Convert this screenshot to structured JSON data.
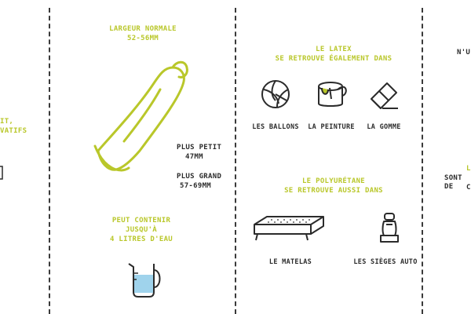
{
  "left_partial": {
    "line1": "IT,",
    "line2": "VATIFS"
  },
  "col1": {
    "width_title": "LARGEUR NORMALE",
    "width_value": "52-56MM",
    "smaller_label": "PLUS PETIT",
    "smaller_value": "47MM",
    "larger_label": "PLUS GRAND",
    "larger_value": "57-69MM",
    "capacity_line1": "PEUT CONTENIR",
    "capacity_line2": "JUSQU'À",
    "capacity_line3": "4 LITRES D'EAU"
  },
  "col2": {
    "latex_line1": "LE LATEX",
    "latex_line2": "SE RETROUVE ÉGALEMENT DANS",
    "item_balls": "LES BALLONS",
    "item_paint": "LA PEINTURE",
    "item_eraser": "LA GOMME",
    "pu_line1": "LE POLYURÉTANE",
    "pu_line2": "SE RETROUVE AUSSI DANS",
    "item_mattress": "LE MATELAS",
    "item_seats": "LES SIÈGES AUTO"
  },
  "right_partial": {
    "line1": "N'U",
    "line2": "L",
    "line3": "SONT DE",
    "line4": "C"
  },
  "colors": {
    "accent": "#b9c72a",
    "ink": "#2b2b2b",
    "water": "#9fd3ec"
  }
}
